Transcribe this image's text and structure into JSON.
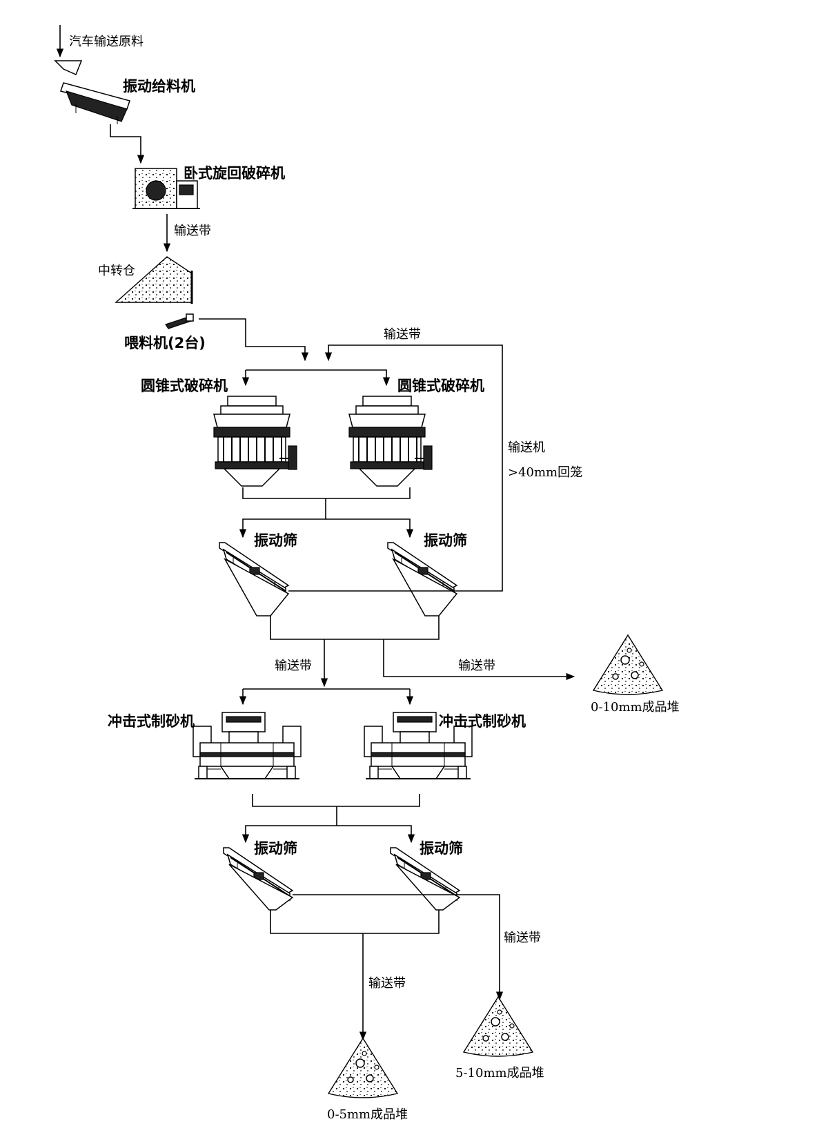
{
  "labels": {
    "truck_feed": "汽车输送原料",
    "vibrating_feeder": "振动给料机",
    "gyratory_crusher": "卧式旋回破碎机",
    "conveyor_belt": "输送带",
    "transfer_bin": "中转仓",
    "feeder": "喂料机(2台)",
    "cone_crusher": "圆锥式破碎机",
    "conveyor_machine": "输送机",
    "return_40": ">40mm回笼",
    "vibrating_screen": "振动筛",
    "impact_sand_maker": "冲击式制砂机",
    "product_0_10": "0-10mm成品堆",
    "product_5_10": "5-10mm成品堆",
    "product_0_5": "0-5mm成品堆"
  }
}
